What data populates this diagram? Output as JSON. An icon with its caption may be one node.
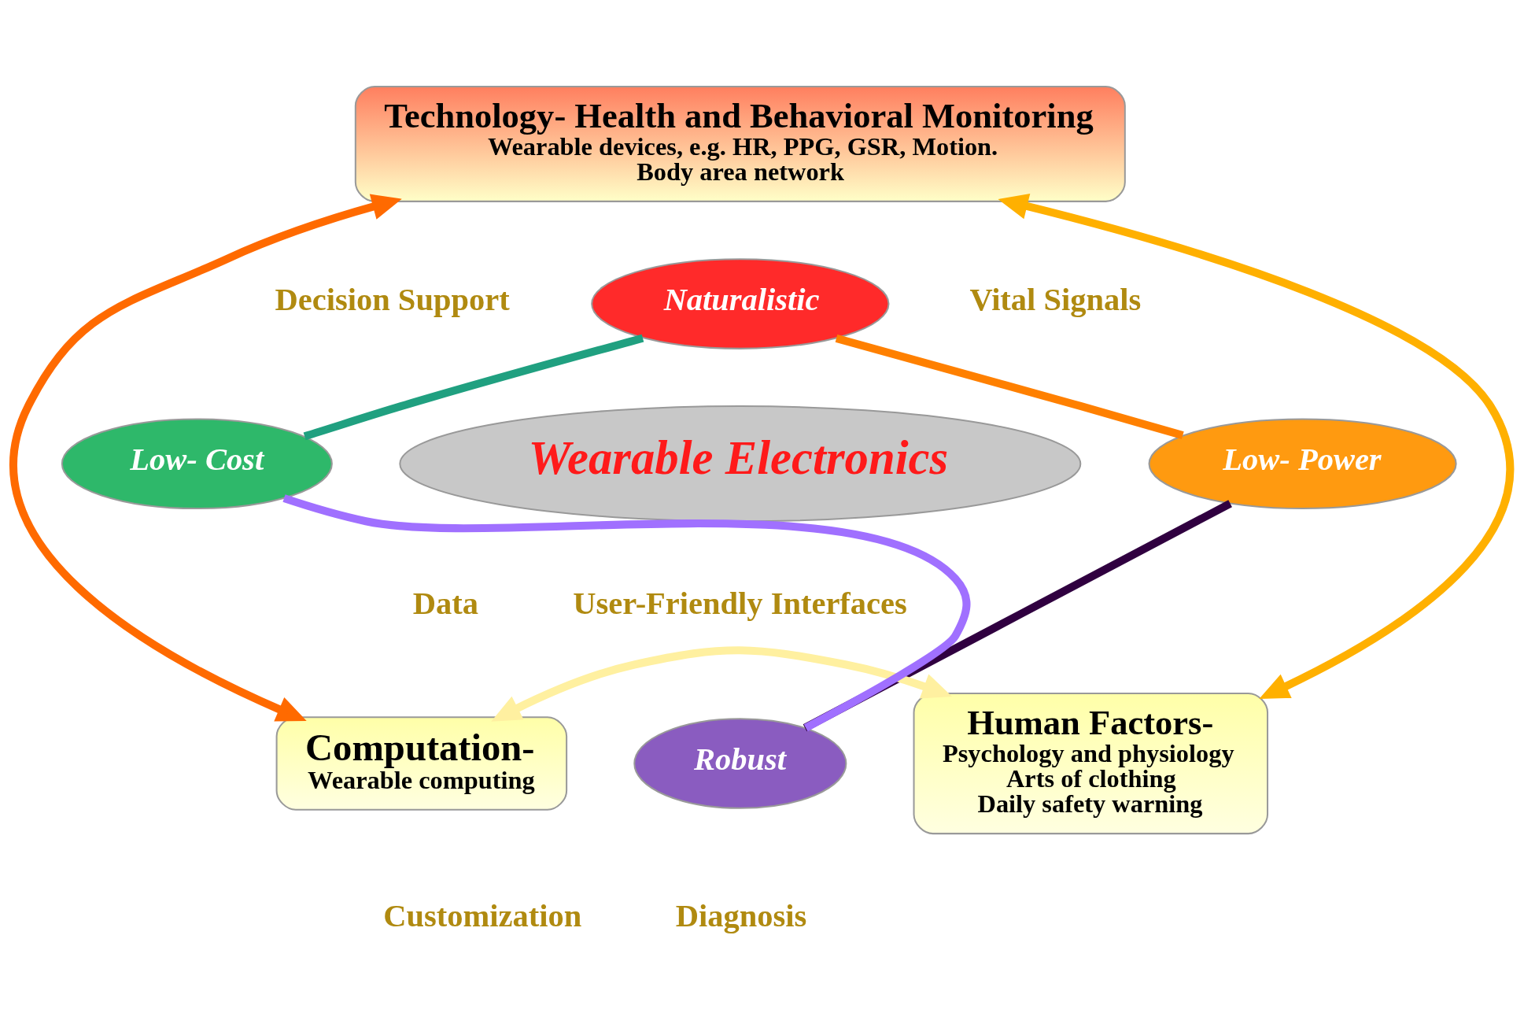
{
  "diagram": {
    "nodes": [
      {
        "text": [
          "Technology- Health and Behavioral Monitoring",
          "Wearable devices, e.g. HR, PPG, GSR, Motion.",
          "Body area network"
        ]
      },
      {
        "text": [
          "Naturalistic"
        ]
      },
      {
        "text": [
          "Low- Cost"
        ]
      },
      {
        "text": [
          "Wearable Electronics"
        ]
      },
      {
        "text": [
          "Low- Power"
        ]
      },
      {
        "text": [
          "Computation-",
          "Wearable computing"
        ]
      },
      {
        "text": [
          "Robust"
        ]
      },
      {
        "text": [
          "Human Factors-",
          "Psychology and physiology",
          "Arts of clothing",
          "Daily safety warning"
        ]
      }
    ],
    "edges": [
      {
        "from": 0,
        "to": 5,
        "arrow": "both",
        "color": "#ff6a00"
      },
      {
        "from": 0,
        "to": 7,
        "arrow": "both",
        "color": "#ffb000"
      },
      {
        "from": 5,
        "to": 7,
        "arrow": "both",
        "color": "#fff0a0"
      },
      {
        "from": 1,
        "to": 4,
        "arrow": "none",
        "color": "#ff8000"
      },
      {
        "from": 4,
        "to": 6,
        "arrow": "none",
        "color": "#300040"
      },
      {
        "from": 6,
        "to": 2,
        "arrow": "none",
        "color": "#a070ff"
      },
      {
        "from": 2,
        "to": 1,
        "arrow": "none",
        "color": "#20a080"
      }
    ],
    "labels": [
      "Decision Support",
      "Vital Signals",
      "Data",
      "User-Friendly Interfaces",
      "Customization",
      "Diagnosis"
    ]
  }
}
